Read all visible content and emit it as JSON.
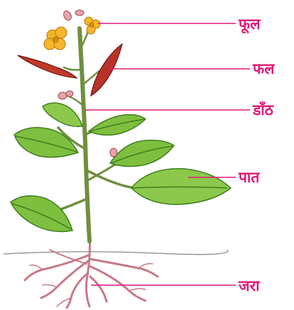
{
  "labels": {
    "flower": "फूल",
    "fruit": "फल",
    "stem": "डाँठ",
    "leaf": "पात",
    "root": "जरा"
  },
  "colors": {
    "label": "#e0187a",
    "pointer_line": "#e0187a",
    "leaf": "#7fbf3f",
    "leaf_dark": "#3f7f1f",
    "stem": "#6f8f3f",
    "root": "#c77a86",
    "petal": "#f5b52a",
    "pod": "#c0392b",
    "ground": "#8a8a8a"
  }
}
